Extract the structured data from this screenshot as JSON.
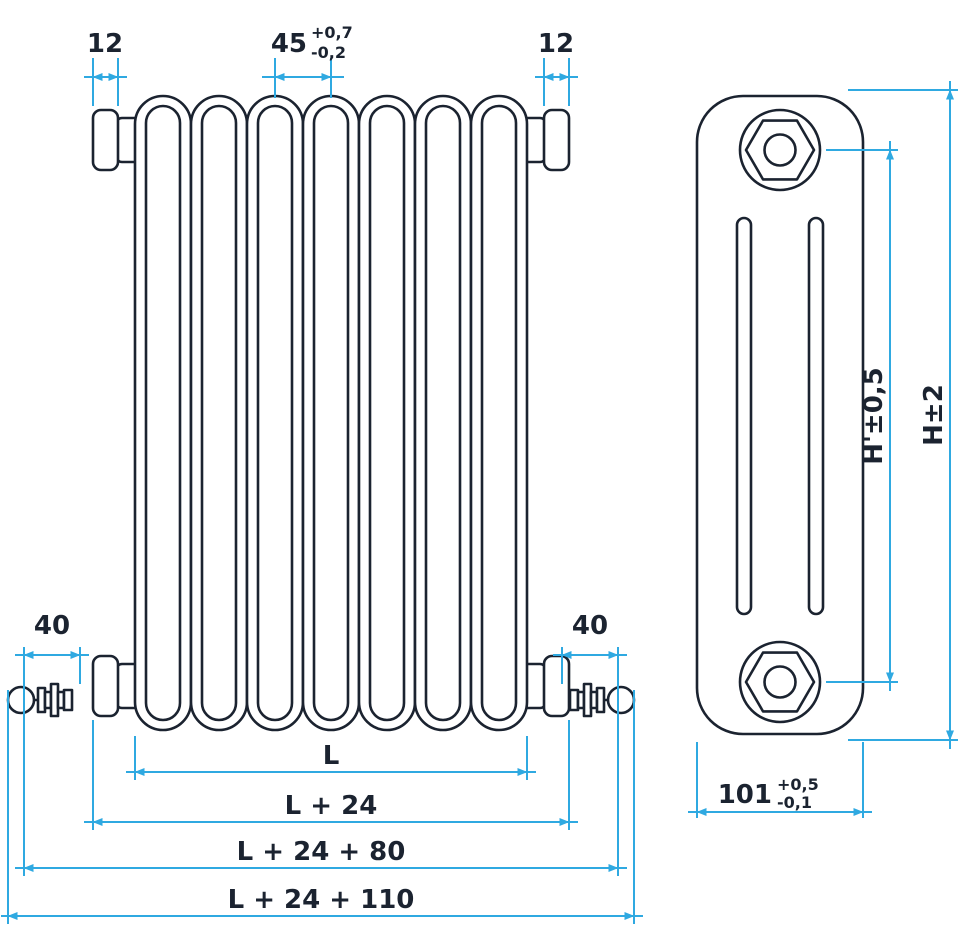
{
  "colors": {
    "ink": "#1b2330",
    "dim": "#2fa9e1",
    "bg": "#ffffff"
  },
  "front": {
    "sections": 7,
    "cap_left": "12",
    "cap_right": "12",
    "pitch": "45",
    "pitch_tol_plus": "+0,7",
    "pitch_tol_minus": "-0,2",
    "valve_left": "40",
    "valve_right": "40",
    "length": "L",
    "length_caps": "L + 24",
    "length_valves": "L + 24 + 80",
    "length_overall": "L + 24 + 110"
  },
  "side": {
    "columns": 3,
    "height_axis": "H'±0,5",
    "height_overall": "H±2",
    "depth": "101",
    "depth_tol_plus": "+0,5",
    "depth_tol_minus": "-0,1"
  }
}
